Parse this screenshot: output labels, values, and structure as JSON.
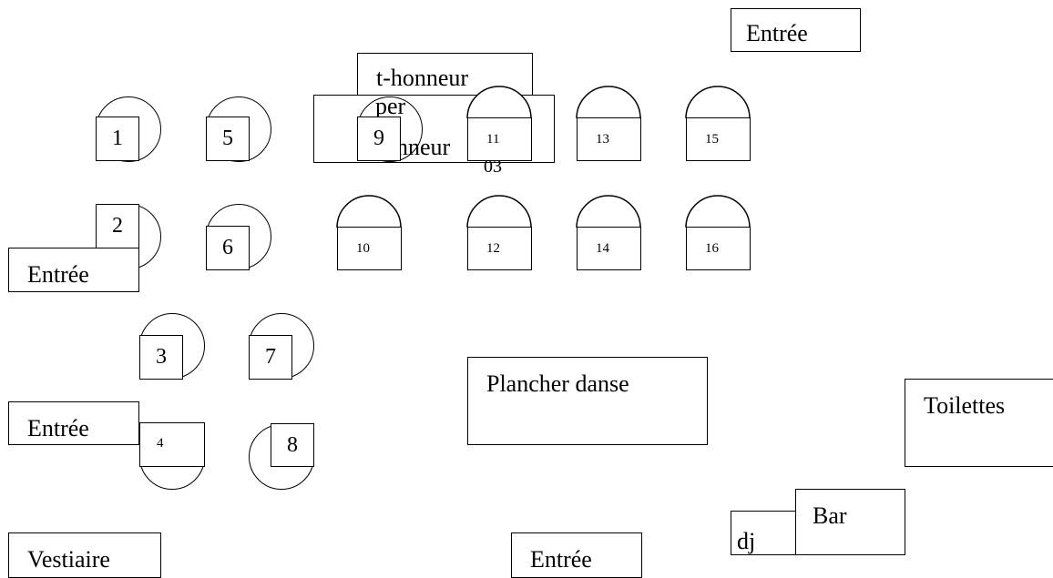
{
  "zones": {
    "entree_top": "Entrée",
    "honneur_back_a": "t-honneur",
    "honneur_back_b": "per",
    "honneur_front": "nneur",
    "entree_left_1": "Entrée",
    "entree_left_2": "Entrée",
    "vestiaire": "Vestiaire",
    "entree_bottom": "Entrée",
    "plancher": "Plancher danse",
    "toilettes": "Toilettes",
    "bar": "Bar",
    "dj": "dj",
    "stray_label": "03"
  },
  "tables": {
    "t1": "1",
    "t2": "2",
    "t3": "3",
    "t4": "4",
    "t5": "5",
    "t6": "6",
    "t7": "7",
    "t8": "8",
    "t9": "9",
    "t10": "10",
    "t11": "11",
    "t12": "12",
    "t13": "13",
    "t14": "14",
    "t15": "15",
    "t16": "16"
  }
}
